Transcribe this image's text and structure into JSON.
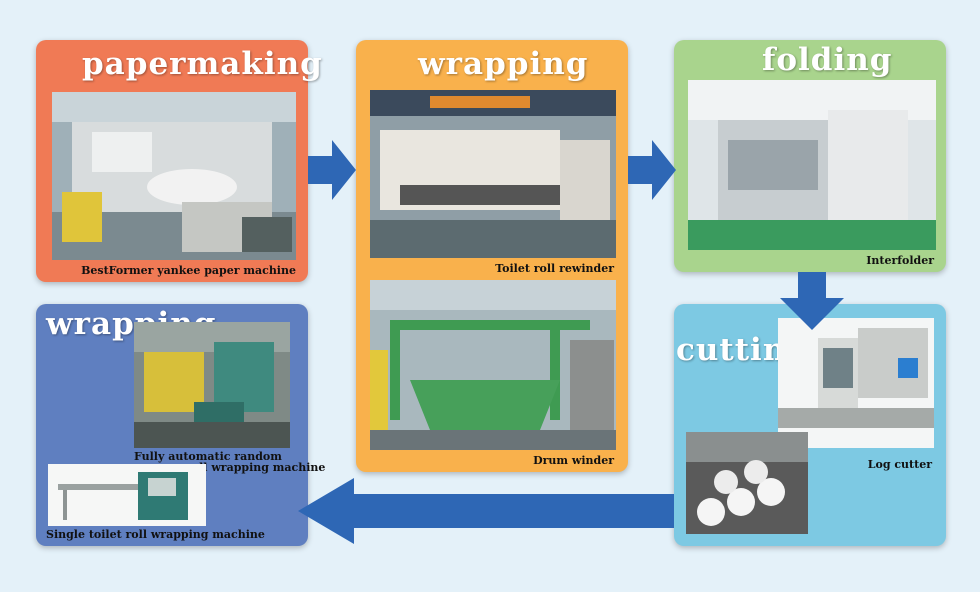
{
  "colors": {
    "papermaking": "#f07a55",
    "wrapping_center": "#f9b14c",
    "folding": "#a9d48d",
    "cutting": "#7dc9e3",
    "wrapping_left": "#5f7fc0",
    "arrow": "#2e67b5"
  },
  "papermaking": {
    "title": "papermaking",
    "caption": "BestFormer yankee paper machine"
  },
  "wrapping_center": {
    "title": "wrapping",
    "caption_top": "Toilet roll rewinder",
    "caption_bottom": "Drum winder"
  },
  "folding": {
    "title": "folding",
    "caption": "Interfolder"
  },
  "cutting": {
    "title": "cutting",
    "caption": "Log cutter"
  },
  "wrapping_left": {
    "title": "wrapping",
    "caption_1_line1": "Fully automatic random",
    "caption_1_line2": "roll wrapping machine",
    "caption_2": "Single toilet roll wrapping machine"
  }
}
